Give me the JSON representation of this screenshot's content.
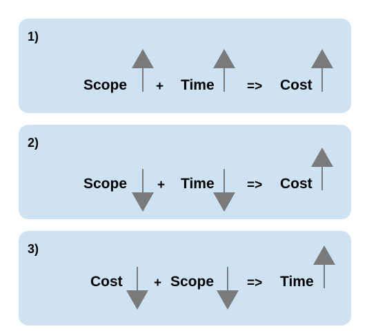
{
  "colors": {
    "panel_bg": "#cde2f2",
    "arrow": "#7a7a7a",
    "text": "#000000"
  },
  "panels": [
    {
      "number": "1)",
      "words": [
        {
          "text": "Scope",
          "direction": "up"
        },
        {
          "text": "Time",
          "direction": "up"
        },
        {
          "text": "Cost",
          "direction": "up"
        }
      ],
      "operators": [
        "+",
        "=>"
      ]
    },
    {
      "number": "2)",
      "words": [
        {
          "text": "Scope",
          "direction": "down"
        },
        {
          "text": "Time",
          "direction": "down"
        },
        {
          "text": "Cost",
          "direction": "up"
        }
      ],
      "operators": [
        "+",
        "=>"
      ]
    },
    {
      "number": "3)",
      "words": [
        {
          "text": "Cost",
          "direction": "down"
        },
        {
          "text": "Scope",
          "direction": "down"
        },
        {
          "text": "Time",
          "direction": "up"
        }
      ],
      "operators": [
        "+",
        "=>"
      ]
    }
  ]
}
